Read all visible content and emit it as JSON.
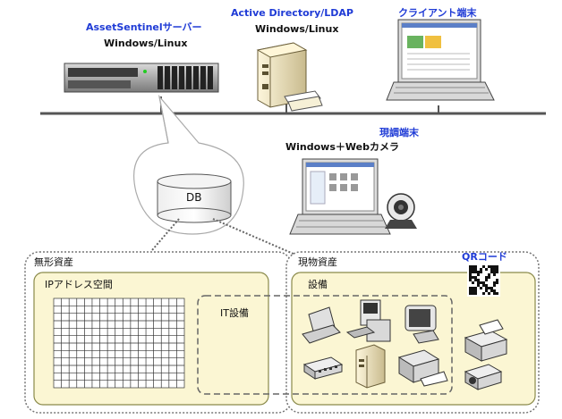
{
  "servers": {
    "assetsentinel": {
      "title": "AssetSentinelサーバー",
      "os": "Windows/Linux"
    },
    "active_directory": {
      "title": "Active Directory/LDAP",
      "os": "Windows/Linux"
    },
    "client": {
      "title": "クライアント端末"
    },
    "field": {
      "title": "現調端末",
      "os": "Windows＋Webカメラ"
    }
  },
  "database": {
    "label": "DB"
  },
  "assets": {
    "intangible": {
      "title": "無形資産",
      "ip_space": "IPアドレス空間",
      "it_equipment": "IT設備"
    },
    "physical": {
      "title": "現物資産",
      "equipment": "設備",
      "qr": "QRコード"
    }
  },
  "colors": {
    "title_blue": "#1f3bd6",
    "panel_fill": "#fbf6d3",
    "panel_stroke": "#8a8a4a"
  }
}
